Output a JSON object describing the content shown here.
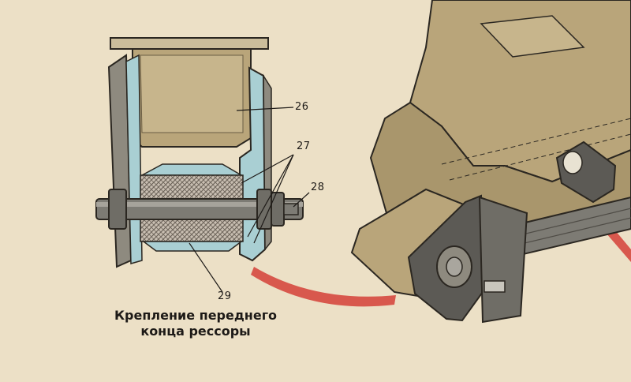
{
  "callouts": {
    "label_26": "26",
    "label_27": "27",
    "label_28": "28",
    "label_29": "29"
  },
  "caption": {
    "line1": "Крепление переднего",
    "line2": "конца рессоры"
  },
  "colors": {
    "paper": "#ece0c6",
    "frame_khaki": "#b9a57a",
    "bracket_gray": "#8e8a7f",
    "blue_section": "#a9cfd3",
    "rubber_hatch": "#9a8f83",
    "pin_metal": "#7d7b74",
    "arrow_red": "#d8584d",
    "outline": "#2b2721"
  }
}
